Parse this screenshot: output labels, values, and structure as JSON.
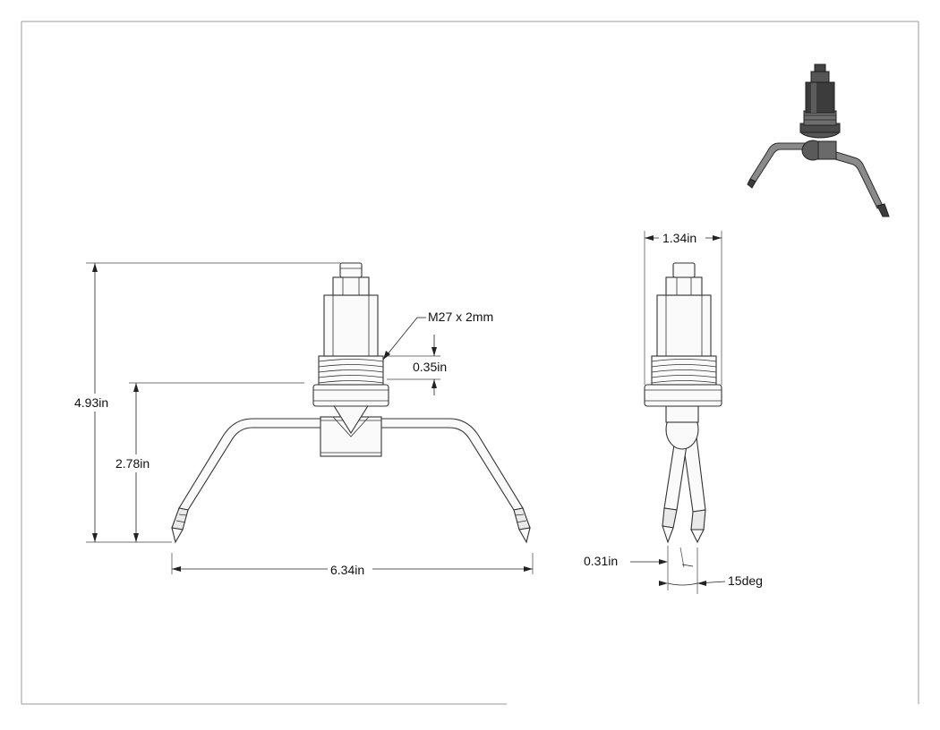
{
  "drawing": {
    "dimensions": {
      "overall_height": "4.93in",
      "arm_height": "2.78in",
      "overall_width": "6.34in",
      "thread_spec": "M27 x 2mm",
      "thread_length": "0.35in",
      "body_width": "1.34in",
      "nozzle_spacing": "0.31in",
      "nozzle_angle": "15deg"
    },
    "colors": {
      "line": "#333333",
      "frame": "#9a9a9a",
      "iso_dark": "#3c3c3c",
      "iso_mid": "#8a8a8a"
    }
  }
}
